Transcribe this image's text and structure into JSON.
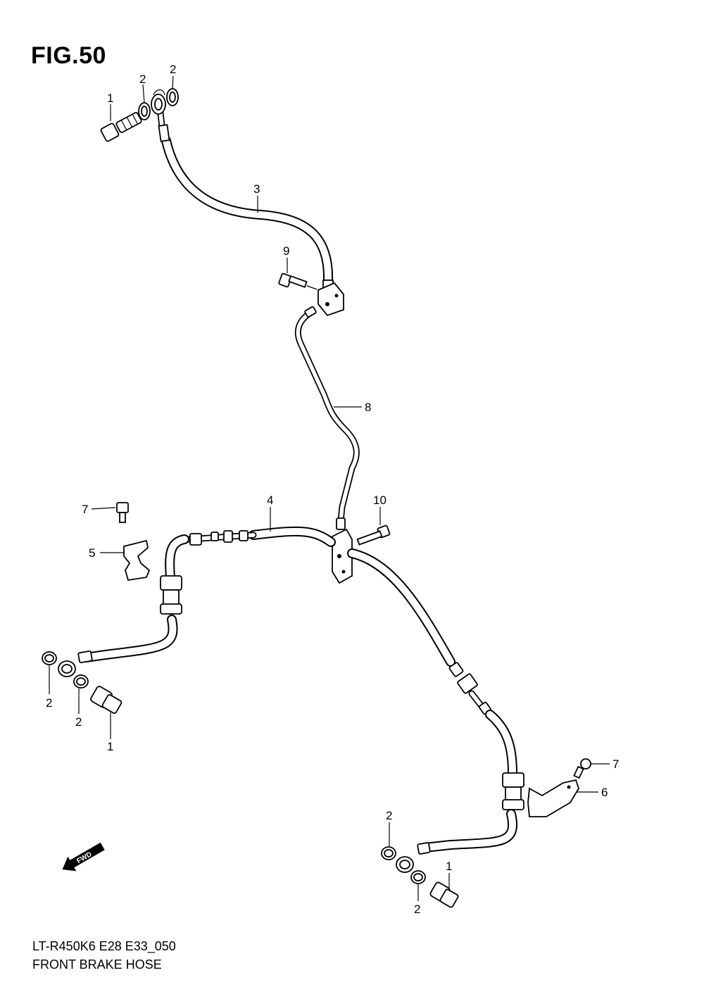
{
  "figure": {
    "title": "FIG.50",
    "model_code": "LT-R450K6 E28 E33_050",
    "caption": "FRONT BRAKE HOSE"
  },
  "callouts": {
    "c1_top": "1",
    "c2_top_a": "2",
    "c2_top_b": "2",
    "c3": "3",
    "c9": "9",
    "c8": "8",
    "c4": "4",
    "c10": "10",
    "c7_left": "7",
    "c5": "5",
    "c2_left_a": "2",
    "c2_left_b": "2",
    "c1_left": "1",
    "c7_right": "7",
    "c6": "6",
    "c2_right_a": "2",
    "c2_right_b": "2",
    "c1_right": "1"
  },
  "fwd_arrow": {
    "label": "FWD",
    "icon": "fwd-arrow-icon"
  }
}
